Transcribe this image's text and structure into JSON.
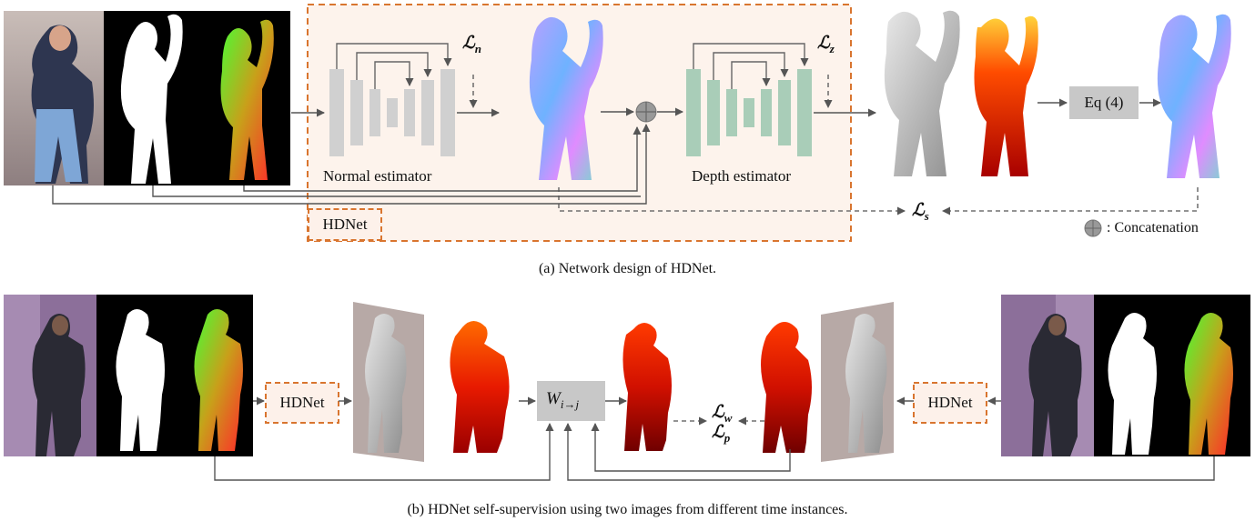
{
  "panel_a": {
    "hdnet_label": "HDNet",
    "normal_estimator_label": "Normal estimator",
    "depth_estimator_label": "Depth estimator",
    "loss_n_base": "ℒ",
    "loss_n_sub": "n",
    "loss_z_base": "ℒ",
    "loss_z_sub": "z",
    "loss_s_base": "ℒ",
    "loss_s_sub": "s",
    "eq_label": "Eq (4)",
    "concat_legend": ": Concatenation",
    "caption": "(a)  Network design of HDNet."
  },
  "panel_b": {
    "hdnet_left_label": "HDNet",
    "hdnet_right_label": "HDNet",
    "warp_base": "W",
    "warp_sub": "i→j",
    "loss_w_base": "ℒ",
    "loss_w_sub": "w",
    "loss_p_base": "ℒ",
    "loss_p_sub": "p",
    "caption": "(b)  HDNet self-supervision using two images from different time instances."
  },
  "colors": {
    "hdnet_border": "#d9752f",
    "hdnet_fill": "#fdf1ea",
    "normal_net": "#d0d0d0",
    "depth_net": "#a9cdb8",
    "eq_box": "#c8c8c8",
    "warp_box": "#c8c8c8",
    "arrow": "#555555"
  }
}
